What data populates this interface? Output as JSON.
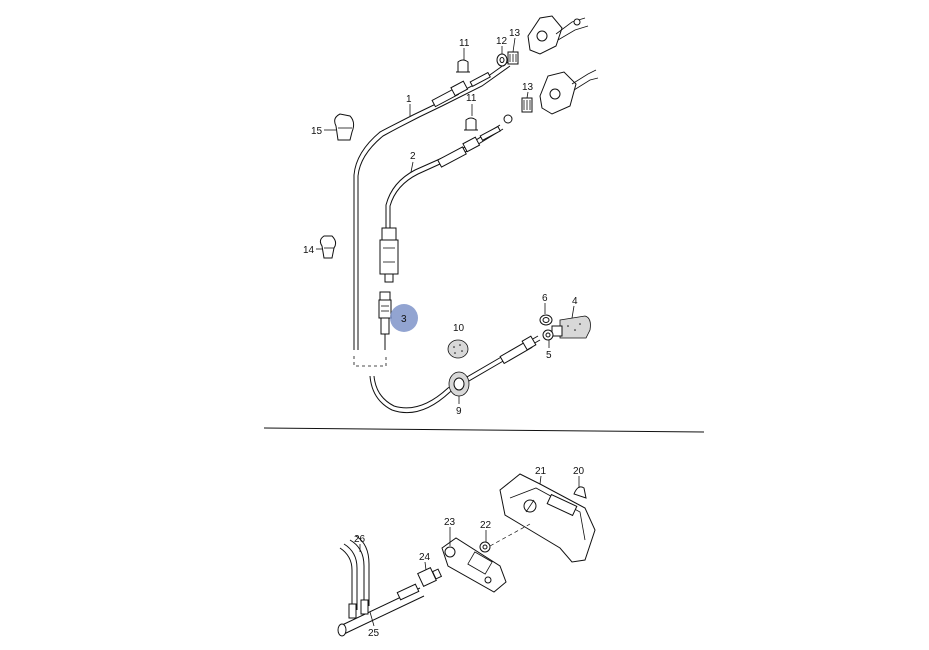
{
  "highlight_color": "#7f94c9",
  "callouts": {
    "c1": "1",
    "c2": "2",
    "c3": "3",
    "c4": "4",
    "c5": "5",
    "c6": "6",
    "c9": "9",
    "c10": "10",
    "c11a": "11",
    "c11b": "11",
    "c12": "12",
    "c13a": "13",
    "c13b": "13",
    "c14": "14",
    "c15": "15",
    "c20": "20",
    "c21": "21",
    "c22": "22",
    "c23": "23",
    "c24": "24",
    "c25": "25",
    "c26": "26"
  }
}
